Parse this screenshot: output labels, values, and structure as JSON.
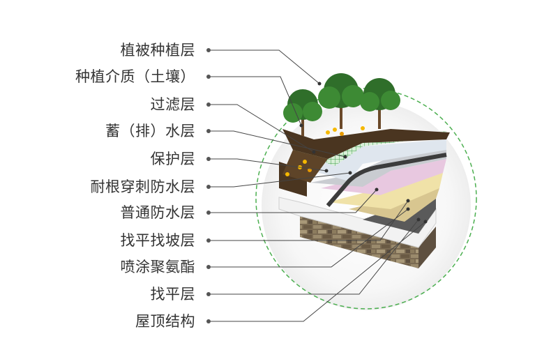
{
  "diagram": {
    "layers": [
      "植被种植层",
      "种植介质（土壤）",
      "过滤层",
      "蓄（排）水层",
      "保护层",
      "耐根穿刺防水层",
      "普通防水层",
      "找平找坡层",
      "喷涂聚氨酯",
      "找平层",
      "屋顶结构"
    ]
  },
  "colors": {
    "label_text": "#333333",
    "leader_line": "#444444",
    "circle_dash": "#4caf50",
    "soil": "#4a3520",
    "filter": "#3e9e4a",
    "drain": "#dfe6ee",
    "protect": "#c9ccd1",
    "root_barrier": "#e8c8e0",
    "waterproof": "#f0e2a8",
    "slope": "#d8c690",
    "polyurethane": "#5a5a5a",
    "screed": "#e8e8e8",
    "structure": "#8a7a60"
  }
}
